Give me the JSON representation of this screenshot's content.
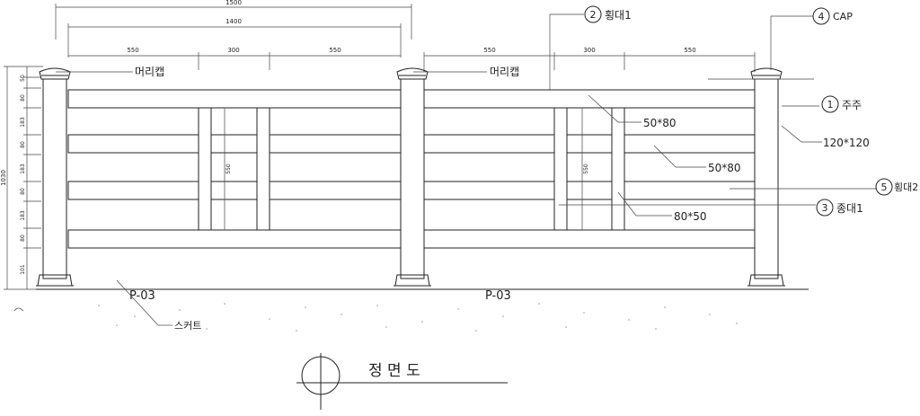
{
  "dimensions": {
    "overall": "1500",
    "inner": "1400",
    "left_segments": [
      "550",
      "300",
      "550"
    ],
    "right_segments": [
      "550",
      "300",
      "550"
    ],
    "height_total": "1030",
    "height_segments": [
      "50",
      "80",
      "183",
      "80",
      "183",
      "80",
      "183",
      "80",
      "101"
    ],
    "baluster_height": "550"
  },
  "labels": {
    "head_cap_left": "머리캡",
    "head_cap_right": "머리캡",
    "skirt": "스커트",
    "p03_left": "P-03",
    "p03_right": "P-03",
    "size_50x80_a": "50*80",
    "size_50x80_b": "50*80",
    "size_80x50": "80*50",
    "post_size": "120*120"
  },
  "callouts": [
    {
      "num": "1",
      "text": "주주"
    },
    {
      "num": "2",
      "text": "횡대1"
    },
    {
      "num": "3",
      "text": "종대1"
    },
    {
      "num": "4",
      "text": "CAP"
    },
    {
      "num": "5",
      "text": "횡대2"
    }
  ],
  "title": "정 면 도"
}
